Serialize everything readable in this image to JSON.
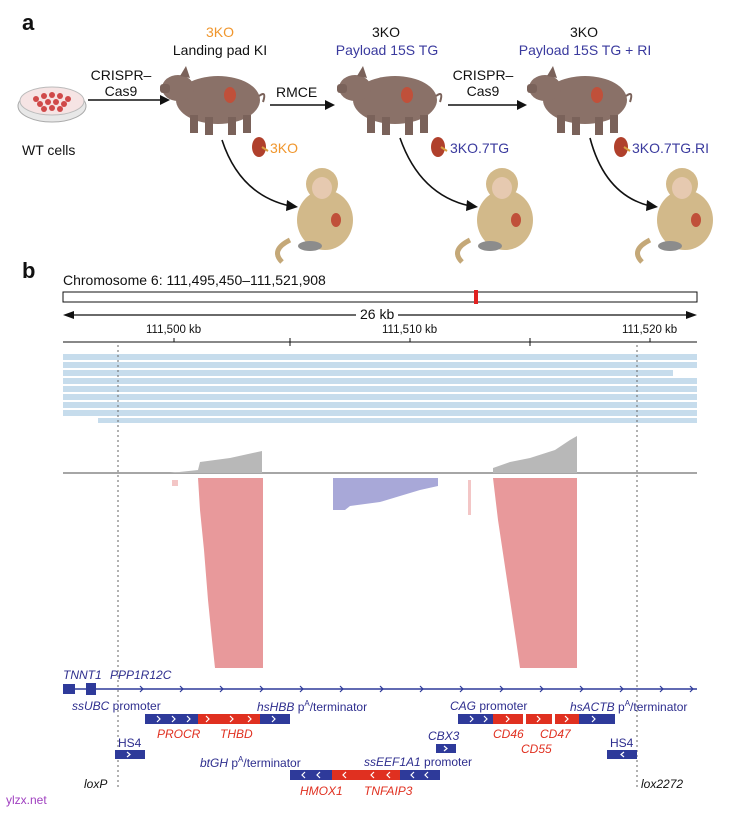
{
  "panel_a": {
    "letter": "a",
    "wt_label": "WT cells",
    "crispr1": "CRISPR–\nCas9",
    "rmce": "RMCE",
    "crispr2": "CRISPR–\nCas9",
    "pig1": {
      "line1": "3KO",
      "line2": "Landing pad KI"
    },
    "pig2": {
      "line1": "3KO",
      "line2": "Payload 15S TG"
    },
    "pig3": {
      "line1": "3KO",
      "line2": "Payload 15S TG + RI"
    },
    "kidney1": "3KO",
    "kidney2": "3KO.7TG",
    "kidney3": "3KO.7TG.RI",
    "colors": {
      "orange": "#f0962d",
      "navy": "#3a3a9e",
      "kidney": "#b0402c"
    }
  },
  "panel_b": {
    "letter": "b",
    "chromosome_label": "Chromosome 6: 111,495,450–111,521,908",
    "span_label": "26 kb",
    "ticks": [
      "111,500 kb",
      "111,510 kb",
      "111,520 kb"
    ],
    "genes_top": {
      "tnnt1": "TNNT1",
      "ppp1r12c": "PPP1R12C"
    },
    "labels": {
      "ssubc_gene": "ssUBC",
      "ssubc_rest": " promoter",
      "hshbb_gene": "hsHBB",
      "hshbb_rest": " p",
      "hshbb_sup": "A",
      "hshbb_end": "/terminator",
      "cag": "CAG promoter",
      "hsactb_gene": "hsACTB",
      "hsactb_rest": " p",
      "hsactb_sup": "A",
      "hsactb_end": "/terminator",
      "procr": "PROCR",
      "thbd": "THBD",
      "cd46": "CD46",
      "cd47": "CD47",
      "cd55": "CD55",
      "hs4_left": "HS4",
      "hs4_right": "HS4",
      "cbx3": "CBX3",
      "btgh_gene": "btGH",
      "btgh_rest": " p",
      "btgh_sup": "A",
      "btgh_end": "/terminator",
      "sseef_gene": "ssEEF1A1",
      "sseef_rest": " promoter",
      "hmox1": "HMOX1",
      "tnfaip3": "TNFAIP3",
      "loxp": "loxP",
      "lox2272": "lox2272"
    },
    "colors": {
      "reads": "#c6dcec",
      "coverage": "#b8b8b8",
      "sashimi": "#e8999b",
      "lilac": "#a8a8d8",
      "navy": "#2e3a9a",
      "red": "#e03020"
    }
  },
  "credit": "ylzx.net"
}
